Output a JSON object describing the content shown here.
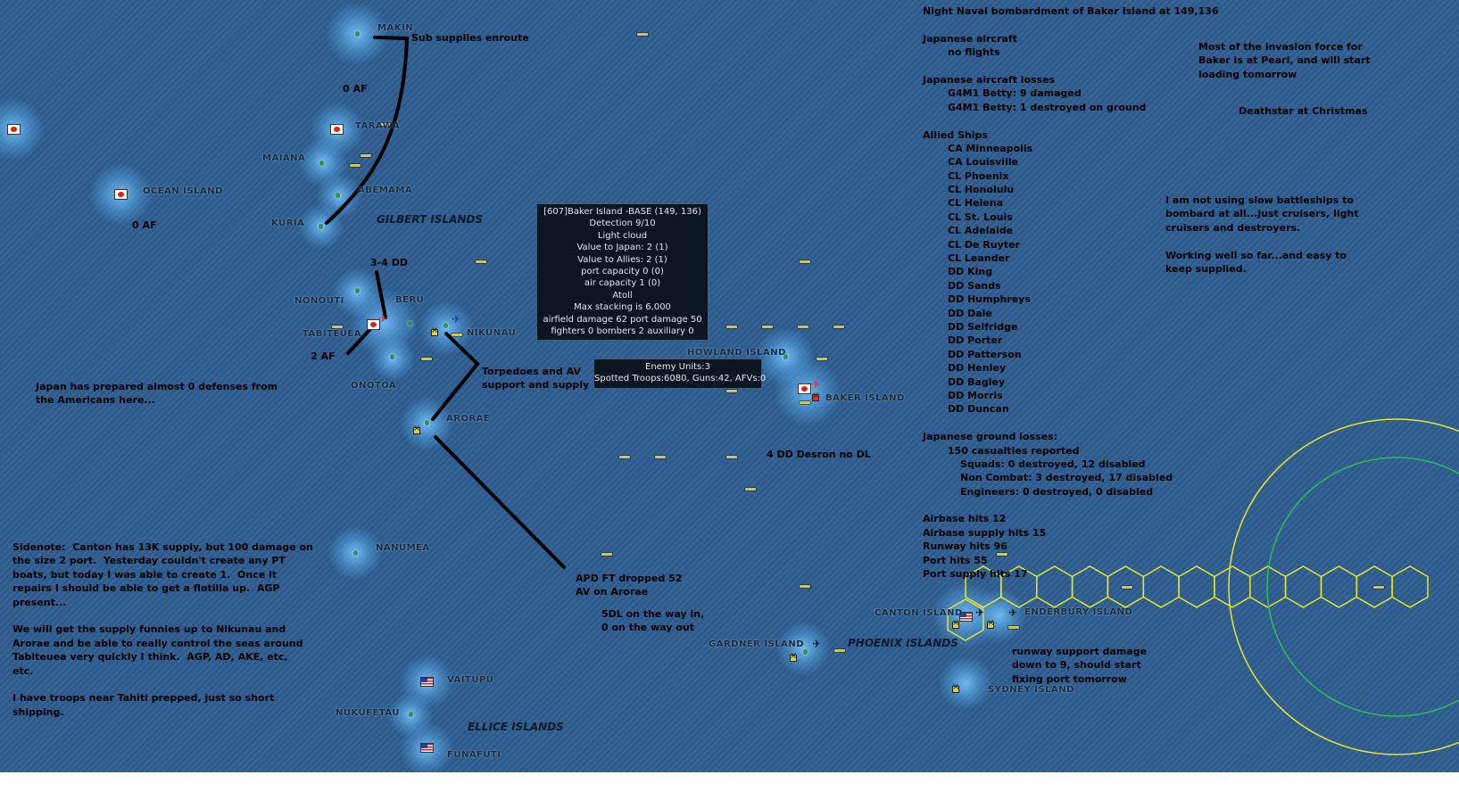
{
  "bases": [
    {
      "name": "MAKIN"
    },
    {
      "name": "TARAWA"
    },
    {
      "name": "MAIANA"
    },
    {
      "name": "ABEMAMA"
    },
    {
      "name": "KURIA"
    },
    {
      "name": "OCEAN ISLAND"
    },
    {
      "name": "NONOUTI"
    },
    {
      "name": "BERU"
    },
    {
      "name": "NIKUNAU"
    },
    {
      "name": "TABITEUEA"
    },
    {
      "name": "ONOTOA"
    },
    {
      "name": "ARORAE"
    },
    {
      "name": "NANUMEA"
    },
    {
      "name": "VAITUPU"
    },
    {
      "name": "NUKUFETAU"
    },
    {
      "name": "FUNAFUTI"
    },
    {
      "name": "HOWLAND ISLAND"
    },
    {
      "name": "BAKER ISLAND"
    },
    {
      "name": "CANTON ISLAND"
    },
    {
      "name": "ENDERBURY ISLAND"
    },
    {
      "name": "GARDNER ISLAND"
    },
    {
      "name": "SYDNEY ISLAND"
    }
  ],
  "regions": {
    "gilbert": "GILBERT ISLANDS",
    "ellice": "ELLICE ISLANDS",
    "phoenix": "PHOENIX ISLANDS"
  },
  "annotations": {
    "sub_supplies": "Sub supplies enroute",
    "af0_top": "0 AF",
    "af0_left": "0 AF",
    "dd34": "3-4 DD",
    "af2": "2 AF",
    "torpedoes": "Torpedoes and AV\nsupport and supply",
    "japan_prepared": "Japan has prepared almost 0 defenses from\nthe Americans here...",
    "sidenote": "Sidenote:  Canton has 13K supply, but 100 damage on\nthe size 2 port.  Yesterday couldn't create any PT\nboats, but today I was able to create 1.  Once it\nrepairs I should be able to get a flotilla up.  AGP\npresent...\n\nWe will get the supply funnies up to Nikunau and\nArorae and be able to really control the seas around\nTabiteuea very quickly I think.  AGP, AD, AKE, etc,\netc.\n\nI have troops near Tahiti prepped, just so short\nshipping.",
    "apd": "APD FT dropped 52\nAV on Arorae",
    "sdl": "5DL on the way in,\n0 on the way out",
    "desron": "4 DD Desron no DL",
    "runway": "runway support damage\ndown to 9, should start\nfixing port tomorrow",
    "invasion": "Most of the invasion force for\nBaker is at Pearl, and will start\nloading tomorrow",
    "deathstar": "Deathstar at Christmas",
    "battleships": "I am not using slow battleships to\nbombard at all...just cruisers, light\ncruisers and destroyers.\n\nWorking well so far...and easy to\nkeep supplied."
  },
  "infobox": {
    "lines": [
      "[607]Baker Island -BASE (149, 136)",
      "Detection 9/10",
      "Light cloud",
      "Value to Japan: 2 (1)",
      "Value to Allies: 2 (1)",
      "port capacity 0 (0)",
      "air capacity 1 (0)",
      "Atoll",
      "Max stacking is 6,000",
      "airfield damage 62  port damage 50",
      "fighters 0  bombers 2  auxiliary 0"
    ]
  },
  "enemybox": {
    "lines": [
      "Enemy Units:3",
      "Spotted Troops:6080, Guns:42, AFVs:0"
    ]
  },
  "report": {
    "lines": [
      {
        "t": "Night Naval bombardment of Baker Island at 149,136",
        "i": 0
      },
      {
        "t": "",
        "i": 0
      },
      {
        "t": "Japanese aircraft",
        "i": 0
      },
      {
        "t": "no flights",
        "i": 1
      },
      {
        "t": "",
        "i": 0
      },
      {
        "t": "Japanese aircraft losses",
        "i": 0
      },
      {
        "t": "G4M1 Betty: 9 damaged",
        "i": 1
      },
      {
        "t": "G4M1 Betty: 1 destroyed on ground",
        "i": 1
      },
      {
        "t": "",
        "i": 0
      },
      {
        "t": "Allied Ships",
        "i": 0
      },
      {
        "t": "CA Minneapolis",
        "i": 1
      },
      {
        "t": "CA Louisville",
        "i": 1
      },
      {
        "t": "CL Phoenix",
        "i": 1
      },
      {
        "t": "CL Honolulu",
        "i": 1
      },
      {
        "t": "CL Helena",
        "i": 1
      },
      {
        "t": "CL St. Louis",
        "i": 1
      },
      {
        "t": "CL Adelaide",
        "i": 1
      },
      {
        "t": "CL De Ruyter",
        "i": 1
      },
      {
        "t": "CL Leander",
        "i": 1
      },
      {
        "t": "DD King",
        "i": 1
      },
      {
        "t": "DD Sands",
        "i": 1
      },
      {
        "t": "DD Humphreys",
        "i": 1
      },
      {
        "t": "DD Dale",
        "i": 1
      },
      {
        "t": "DD Selfridge",
        "i": 1
      },
      {
        "t": "DD Porter",
        "i": 1
      },
      {
        "t": "DD Patterson",
        "i": 1
      },
      {
        "t": "DD Henley",
        "i": 1
      },
      {
        "t": "DD Bagley",
        "i": 1
      },
      {
        "t": "DD Morris",
        "i": 1
      },
      {
        "t": "DD Duncan",
        "i": 1
      },
      {
        "t": "",
        "i": 0
      },
      {
        "t": "Japanese ground losses:",
        "i": 0
      },
      {
        "t": "150 casualties reported",
        "i": 1
      },
      {
        "t": "Squads: 0 destroyed, 12 disabled",
        "i": 2
      },
      {
        "t": "Non Combat: 3 destroyed, 17 disabled",
        "i": 2
      },
      {
        "t": "Engineers: 0 destroyed, 0 disabled",
        "i": 2
      },
      {
        "t": "",
        "i": 0
      },
      {
        "t": "Airbase hits 12",
        "i": 0
      },
      {
        "t": "Airbase supply hits 15",
        "i": 0
      },
      {
        "t": "Runway hits 96",
        "i": 0
      },
      {
        "t": "Port hits 55",
        "i": 0
      },
      {
        "t": "Port supply hits 17",
        "i": 0
      }
    ]
  },
  "colors": {
    "ocean": "#2f5f92",
    "glow": "#78c8ff",
    "hex": "#e6e62c",
    "ring_outer": "#e6e62c",
    "ring_inner": "#2fbf4f",
    "route": "#000000"
  },
  "icons": [
    "japan-flag-icon",
    "us-flag-icon",
    "base-marker-icon",
    "ship-task-force-icon",
    "aircraft-icon"
  ]
}
